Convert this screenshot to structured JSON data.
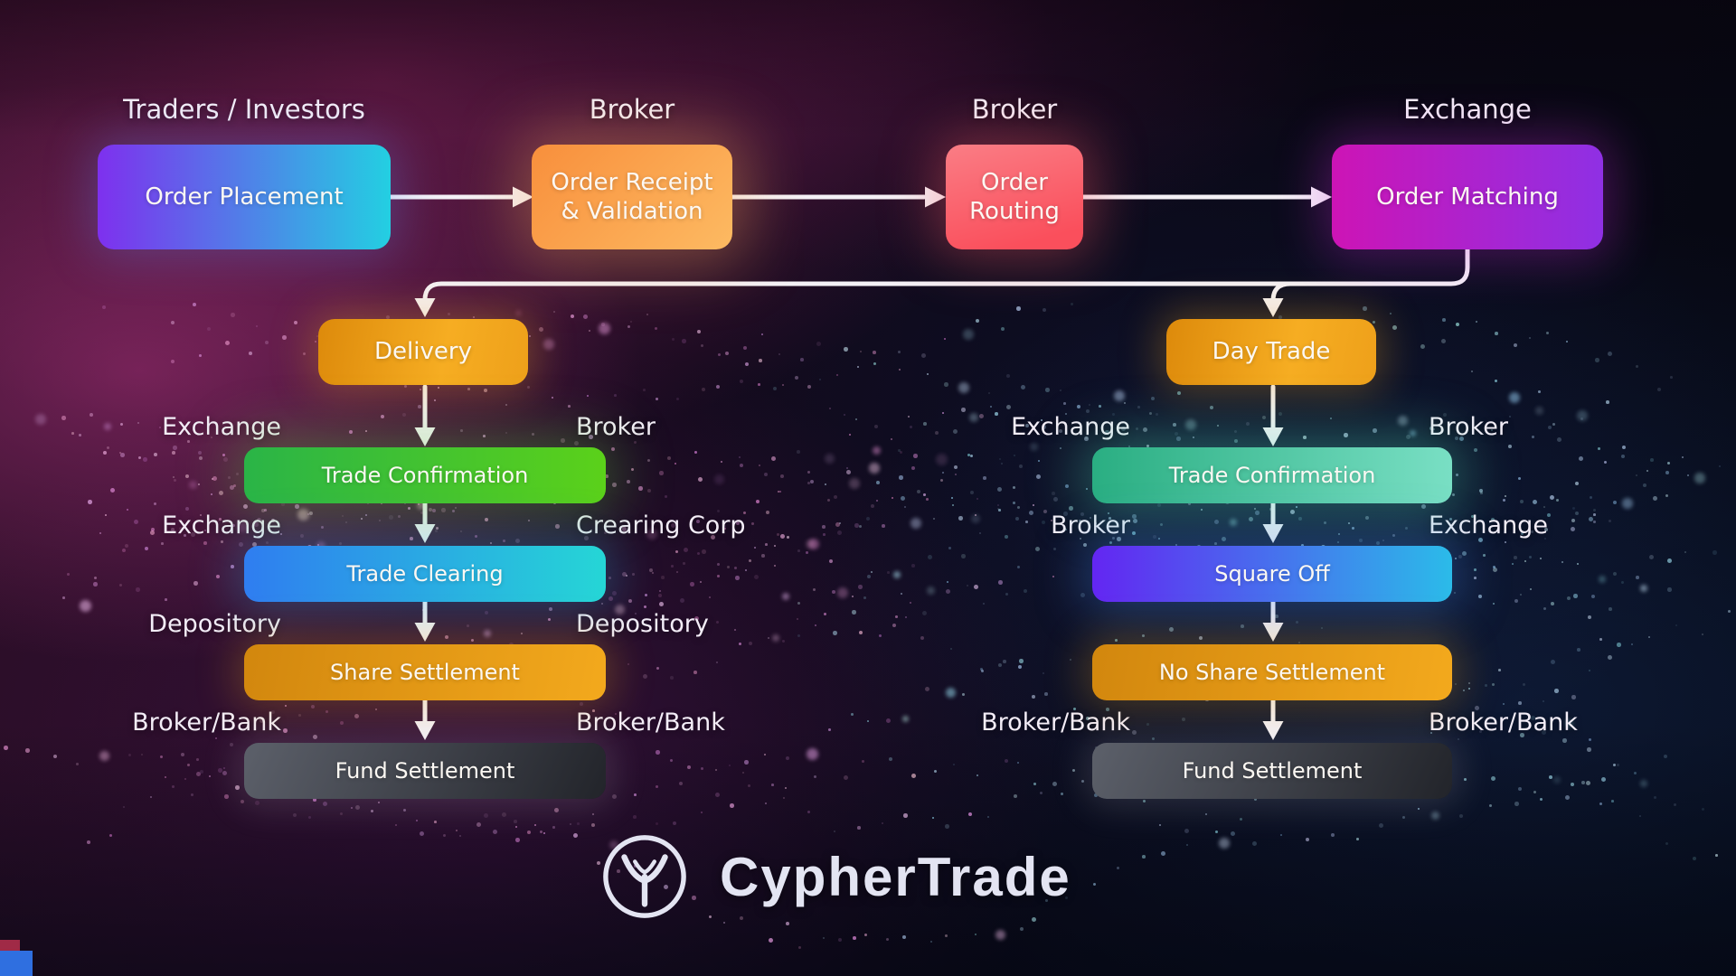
{
  "branding": {
    "logo_text": "CypherTrade"
  },
  "top_row": [
    {
      "actor": "Traders / Investors",
      "step": "Order Placement"
    },
    {
      "actor": "Broker",
      "step": "Order Receipt & Validation"
    },
    {
      "actor": "Broker",
      "step": "Order Routing"
    },
    {
      "actor": "Exchange",
      "step": "Order Matching"
    }
  ],
  "branches": [
    {
      "name": "Delivery",
      "steps": [
        {
          "label": "Trade Confirmation",
          "left_actor": "Exchange",
          "right_actor": "Broker"
        },
        {
          "label": "Trade Clearing",
          "left_actor": "Exchange",
          "right_actor": "Crearing Corp"
        },
        {
          "label": "Share Settlement",
          "left_actor": "Depository",
          "right_actor": "Depository"
        },
        {
          "label": "Fund Settlement",
          "left_actor": "Broker/Bank",
          "right_actor": "Broker/Bank"
        }
      ]
    },
    {
      "name": "Day Trade",
      "steps": [
        {
          "label": "Trade Confirmation",
          "left_actor": "Exchange",
          "right_actor": "Broker"
        },
        {
          "label": "Square Off",
          "left_actor": "Broker",
          "right_actor": "Exchange"
        },
        {
          "label": "No Share Settlement",
          "left_actor": "",
          "right_actor": ""
        },
        {
          "label": "Fund Settlement",
          "left_actor": "Broker/Bank",
          "right_actor": "Broker/Bank"
        }
      ]
    }
  ],
  "palette": {
    "background_base": "#0a0814",
    "magenta_glow": "#c23a96",
    "blue_glow": "#1e3c78",
    "connector": "#f4f1f6",
    "label_text": "#f3edf7",
    "node_colors": {
      "order_placement": [
        "#7e30ee",
        "#23cfe2"
      ],
      "order_receipt_validation": [
        "#f88f3c",
        "#fdba62"
      ],
      "order_routing": [
        "#fa7d85",
        "#fa4f5c"
      ],
      "order_matching": [
        "#cd14b5",
        "#8f30e4"
      ],
      "delivery": [
        "#dd8a0b",
        "#f6ad22"
      ],
      "day_trade": [
        "#dd8a0b",
        "#f6ad22"
      ],
      "trade_confirmation_delivery": [
        "#2ab447",
        "#5bd11a"
      ],
      "trade_clearing": [
        "#2f7df0",
        "#25d6d6"
      ],
      "share_settlement": [
        "#d2870e",
        "#f3a91d"
      ],
      "fund_settlement": [
        "#5c606a",
        "#22242a"
      ],
      "trade_confirmation_daytrade": [
        "#2aae82",
        "#79dfc4"
      ],
      "square_off": [
        "#6326f2",
        "#2bbbe9"
      ],
      "no_share_settlement": [
        "#d2870e",
        "#f3a91d"
      ]
    }
  }
}
